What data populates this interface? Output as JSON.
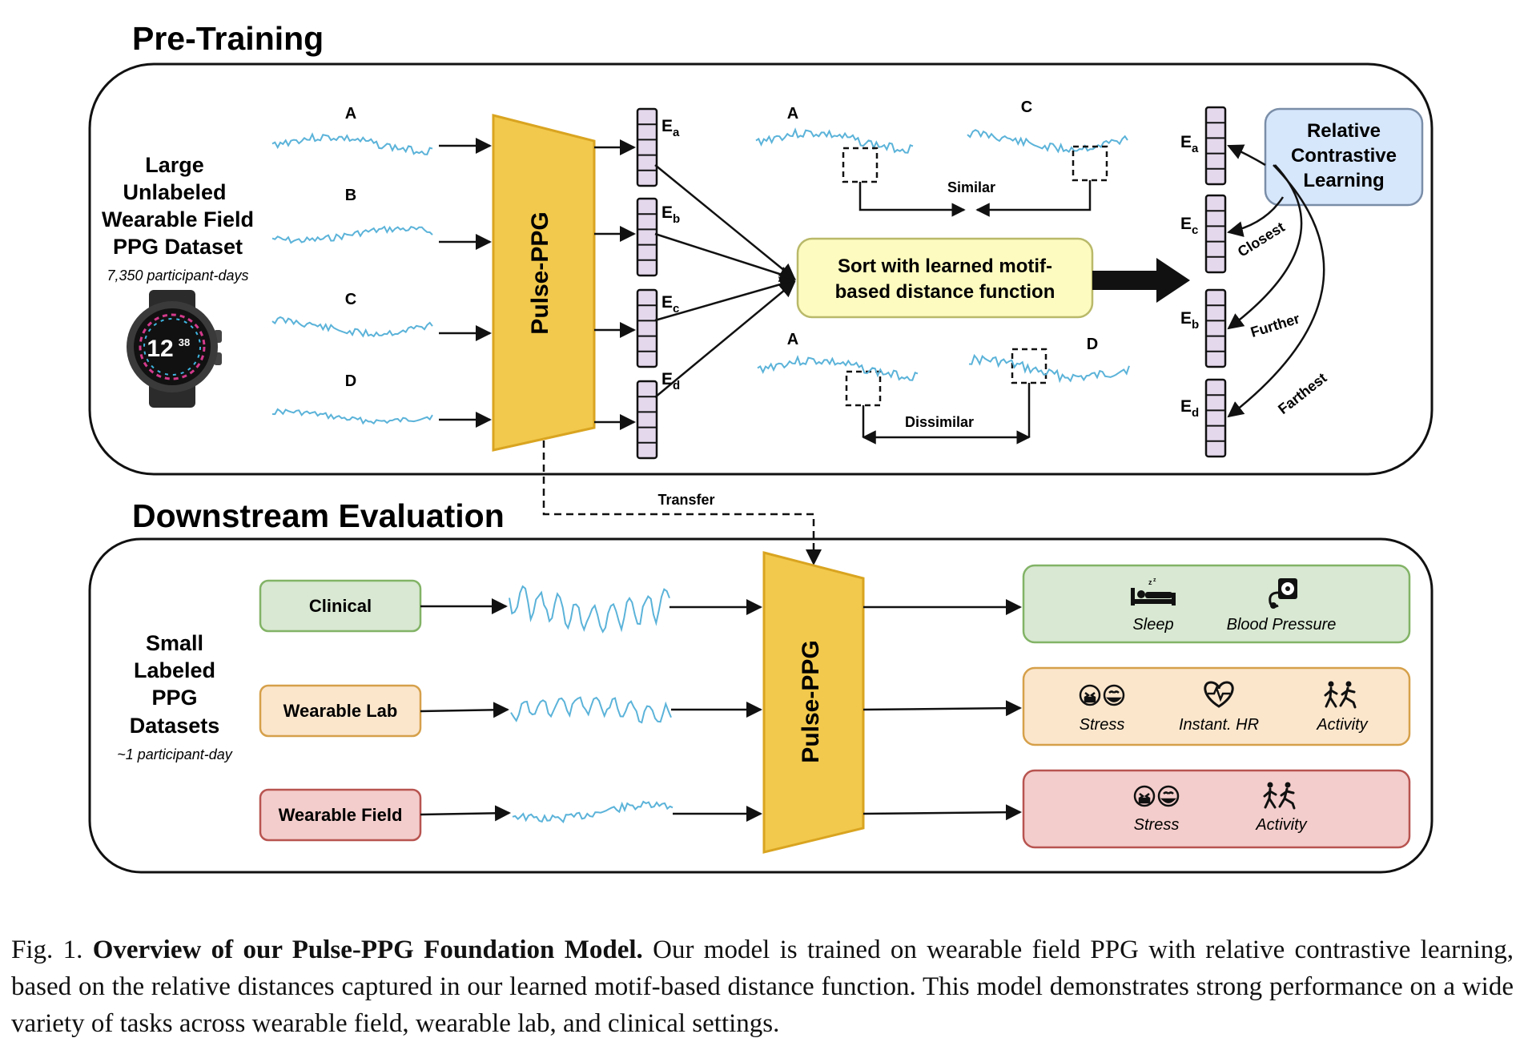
{
  "sections": {
    "pretraining": "Pre-Training",
    "downstream": "Downstream Evaluation"
  },
  "pretraining": {
    "dataset_lines": [
      "Large",
      "Unlabeled",
      "Wearable Field",
      "PPG Dataset"
    ],
    "dataset_note": "7,350 participant-days",
    "watch_time": "12",
    "watch_minutes": "38",
    "signal_labels": [
      "A",
      "B",
      "C",
      "D"
    ],
    "encoder_label": "Pulse-PPG",
    "embeddings": [
      {
        "base": "E",
        "sub": "a"
      },
      {
        "base": "E",
        "sub": "b"
      },
      {
        "base": "E",
        "sub": "c"
      },
      {
        "base": "E",
        "sub": "d"
      }
    ],
    "similar_pair": {
      "left": "A",
      "right": "C",
      "label": "Similar"
    },
    "dissimilar_pair": {
      "left": "A",
      "right": "D",
      "label": "Dissimilar"
    },
    "sort_box_lines": [
      "Sort with learned motif-",
      "based distance function"
    ],
    "ranked_embeddings": [
      {
        "base": "E",
        "sub": "a"
      },
      {
        "base": "E",
        "sub": "c"
      },
      {
        "base": "E",
        "sub": "b"
      },
      {
        "base": "E",
        "sub": "d"
      }
    ],
    "rcl_box_lines": [
      "Relative",
      "Contrastive",
      "Learning"
    ],
    "rank_labels": [
      "Closest",
      "Further",
      "Farthest"
    ]
  },
  "transfer_label": "Transfer",
  "downstream": {
    "dataset_lines": [
      "Small",
      "Labeled",
      "PPG",
      "Datasets"
    ],
    "dataset_note": "~1 participant-day",
    "encoder_label": "Pulse-PPG",
    "sources": [
      {
        "label": "Clinical",
        "fill": "#d8e8d2",
        "stroke": "#82b366"
      },
      {
        "label": "Wearable Lab",
        "fill": "#fbe6cc",
        "stroke": "#d6a04a"
      },
      {
        "label": "Wearable Field",
        "fill": "#f3cdcb",
        "stroke": "#b85450"
      }
    ],
    "task_groups": [
      {
        "fill": "#d8e8d2",
        "stroke": "#82b366",
        "tasks": [
          {
            "label": "Sleep",
            "icon": "sleep-icon"
          },
          {
            "label": "Blood Pressure",
            "icon": "blood-pressure-icon"
          }
        ]
      },
      {
        "fill": "#fbe6cc",
        "stroke": "#d6a04a",
        "tasks": [
          {
            "label": "Stress",
            "icon": "stress-faces-icon"
          },
          {
            "label": "Instant. HR",
            "icon": "heart-rate-icon"
          },
          {
            "label": "Activity",
            "icon": "activity-icon"
          }
        ]
      },
      {
        "fill": "#f3cdcb",
        "stroke": "#b85450",
        "tasks": [
          {
            "label": "Stress",
            "icon": "stress-faces-icon"
          },
          {
            "label": "Activity",
            "icon": "activity-icon"
          }
        ]
      }
    ]
  },
  "colors": {
    "signal": "#5bb3d9",
    "encoder_fill": "#f2c94c",
    "encoder_stroke": "#d9a420",
    "embedding_fill": "#e4d8ec",
    "sort_fill": "#fdfbbf",
    "sort_stroke": "#b9b96a",
    "rcl_fill": "#d6e6fb",
    "rcl_stroke": "#7a8ea8"
  },
  "caption": {
    "prefix": "Fig. 1.",
    "title": "Overview of our Pulse-PPG Foundation Model.",
    "body": "Our model is trained on wearable field PPG with relative contrastive learning, based on the relative distances captured in our learned motif-based distance function. This model demonstrates strong performance on a wide variety of tasks across wearable field, wearable lab, and clinical settings."
  }
}
